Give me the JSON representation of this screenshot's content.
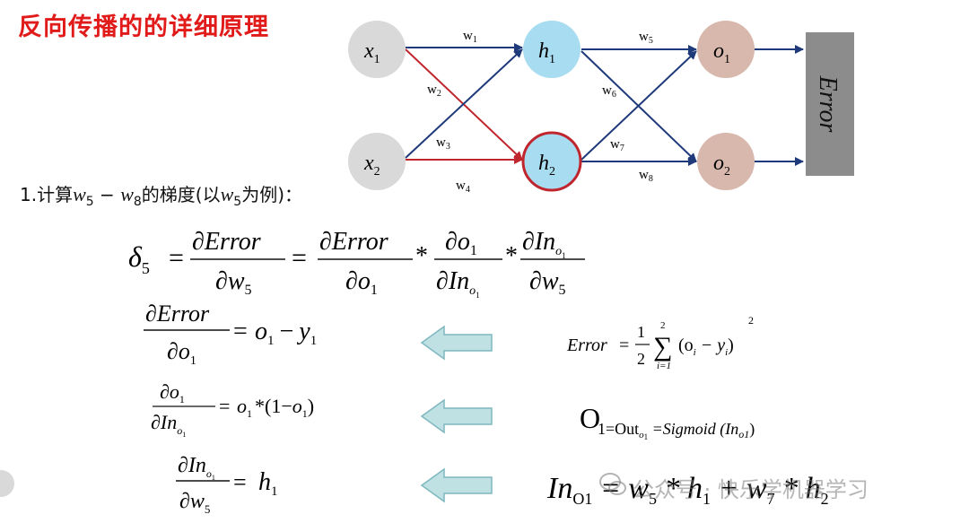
{
  "title": "反向传播的的详细原理",
  "step": {
    "prefix": "1.计算",
    "w5": "w",
    "w5_sub": "5",
    "minus": " − ",
    "w8": "w",
    "w8_sub": "8",
    "mid": "的梯度(以",
    "w5b": "w",
    "w5b_sub": "5",
    "suffix": "为例)："
  },
  "network": {
    "inputs": [
      {
        "label": "x",
        "sub": "1"
      },
      {
        "label": "x",
        "sub": "2"
      }
    ],
    "hidden": [
      {
        "label": "h",
        "sub": "1"
      },
      {
        "label": "h",
        "sub": "2"
      }
    ],
    "outputs": [
      {
        "label": "o",
        "sub": "1"
      },
      {
        "label": "o",
        "sub": "2"
      }
    ],
    "weights": [
      {
        "label": "w",
        "sub": "1"
      },
      {
        "label": "w",
        "sub": "2"
      },
      {
        "label": "w",
        "sub": "3"
      },
      {
        "label": "w",
        "sub": "4"
      },
      {
        "label": "w",
        "sub": "5"
      },
      {
        "label": "w",
        "sub": "6"
      },
      {
        "label": "w",
        "sub": "7"
      },
      {
        "label": "w",
        "sub": "8"
      }
    ],
    "error_box": "Error",
    "colors": {
      "input_node": "#d9d9d9",
      "hidden_node": "#a8dcf0",
      "output_node": "#d8b8ad",
      "error_box": "#8c8c8c",
      "blue_edge": "#1f3a7a",
      "red_edge": "#c0262d"
    }
  },
  "formulas": {
    "delta": "δ",
    "delta_sub": "5",
    "eq": "=",
    "d": "∂",
    "error": "Error",
    "w": "w",
    "w_sub": "5",
    "o": "o",
    "o_sub": "1",
    "in": "In",
    "in_sub": "o",
    "in_subsub": "1",
    "times": "*",
    "f1_rhs": "o",
    "f1_rhs_sub": "1",
    "f1_minus": "−",
    "f1_y": "y",
    "f1_y_sub": "1",
    "f2_rhs": "(1−",
    "f2_close": ")",
    "f3_rhs": "h",
    "f3_rhs_sub": "1",
    "r1_error": "Error",
    "r1_half_num": "1",
    "r1_half_den": "2",
    "r1_sum": "∑",
    "r1_sum_top": "2",
    "r1_sum_bot": "i=1",
    "r1_body": "(o",
    "r1_i": "i",
    "r1_minus": " − y",
    "r1_close": ")",
    "r1_sq": "2",
    "r2_O": "O",
    "r2_sub": "1=Out",
    "r2_sub_o": "o",
    "r2_sub_o1": "1",
    "r2_rest": " =Sigmoid (In",
    "r2_in_sub": "o1",
    "r2_close": ")",
    "r3_In": "In",
    "r3_In_sub": "O1",
    "r3_eq": " = w",
    "r3_w5_sub": "5",
    "r3_mul1": " * h",
    "r3_h1_sub": "1",
    "r3_plus": " + w",
    "r3_w7_sub": "7",
    "r3_mul2": " * h",
    "r3_h2_sub": "2"
  },
  "watermark": "公众号 · 快乐学机器学习",
  "arrow_color": "#bfe1e4"
}
